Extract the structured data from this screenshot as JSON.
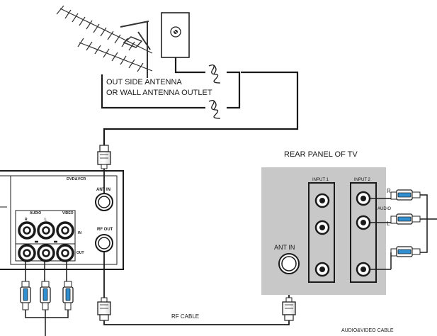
{
  "labels": {
    "antenna_line1": "OUT SIDE ANTENNA",
    "antenna_line2": "OR WALL ANTENNA OUTLET",
    "rear_panel": "REAR PANEL OF TV",
    "rf_cable": "RF CABLE",
    "av_cable": "AUDIO&VIDEO CABLE",
    "dvd_vcr": "DVD&VCR",
    "ant_in_dvd": "ANT IN",
    "rf_out": "RF OUT",
    "audio_dvd": "AUDIO",
    "video_dvd": "VIDEO",
    "r_dvd": "R",
    "l_dvd": "L",
    "in_dvd": "IN",
    "out_dvd": "OUT",
    "input1": "INPUT 1",
    "input2": "INPUT 2",
    "ant_in_tv": "ANT IN",
    "r_tv": "R",
    "audio_tv": "AUDIO",
    "l_tv": "L"
  },
  "colors": {
    "panel": "#c8c8c8",
    "connector_accent": "#2f8fd0",
    "line": "#1a1a1a"
  }
}
